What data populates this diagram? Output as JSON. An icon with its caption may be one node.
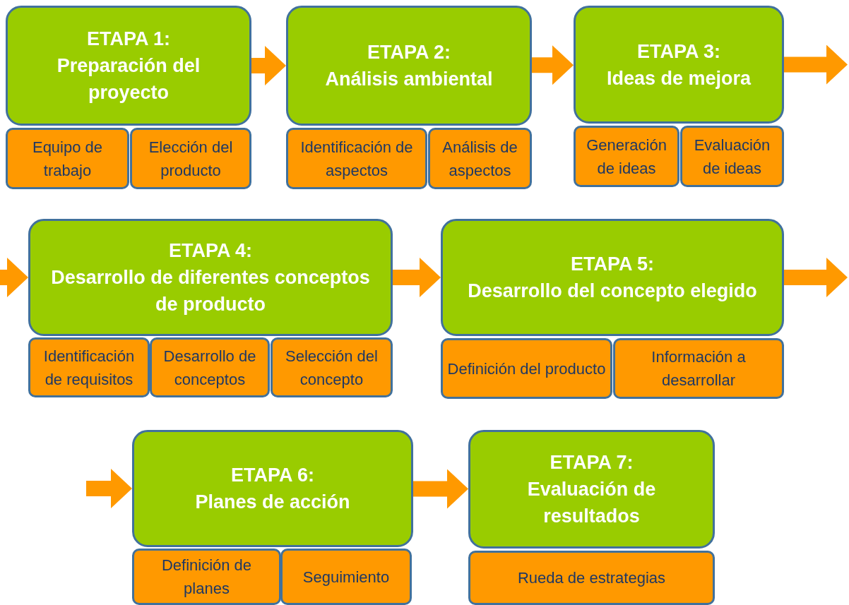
{
  "diagram": {
    "nodes": [
      {
        "text": [
          "ETAPA 1:",
          "Preparación del proyecto"
        ]
      },
      {
        "text": [
          "Equipo de trabajo"
        ]
      },
      {
        "text": [
          "Elección del producto"
        ]
      },
      {
        "text": [
          "ETAPA 2:",
          "Análisis ambiental"
        ]
      },
      {
        "text": [
          "Identificación de aspectos"
        ]
      },
      {
        "text": [
          "Análisis de aspectos"
        ]
      },
      {
        "text": [
          "ETAPA 3:",
          "Ideas de mejora"
        ]
      },
      {
        "text": [
          "Generación de ideas"
        ]
      },
      {
        "text": [
          "Evaluación de ideas"
        ]
      },
      {
        "text": [
          "ETAPA 4:",
          "Desarrollo de diferentes conceptos de producto"
        ]
      },
      {
        "text": [
          "Identificación de requisitos"
        ]
      },
      {
        "text": [
          "Desarrollo de conceptos"
        ]
      },
      {
        "text": [
          "Selección del concepto"
        ]
      },
      {
        "text": [
          "ETAPA 5:",
          "Desarrollo del concepto elegido"
        ]
      },
      {
        "text": [
          "Definición del producto"
        ]
      },
      {
        "text": [
          "Información a desarrollar"
        ]
      },
      {
        "text": [
          "ETAPA 6:",
          "Planes de acción"
        ]
      },
      {
        "text": [
          "Definición de planes"
        ]
      },
      {
        "text": [
          "Seguimiento"
        ]
      },
      {
        "text": [
          "ETAPA 7:",
          "Evaluación de resultados"
        ]
      },
      {
        "text": [
          "Rueda de estrategias"
        ]
      }
    ],
    "edges": [
      {
        "from": 0,
        "to": 3,
        "arrow": "to"
      },
      {
        "from": 3,
        "to": 6,
        "arrow": "to"
      },
      {
        "from": 6,
        "to": null,
        "arrow": "to"
      },
      {
        "from": null,
        "to": 9,
        "arrow": "to"
      },
      {
        "from": 9,
        "to": 13,
        "arrow": "to"
      },
      {
        "from": 13,
        "to": null,
        "arrow": "to"
      },
      {
        "from": null,
        "to": 16,
        "arrow": "to"
      },
      {
        "from": 16,
        "to": 19,
        "arrow": "to"
      }
    ]
  }
}
